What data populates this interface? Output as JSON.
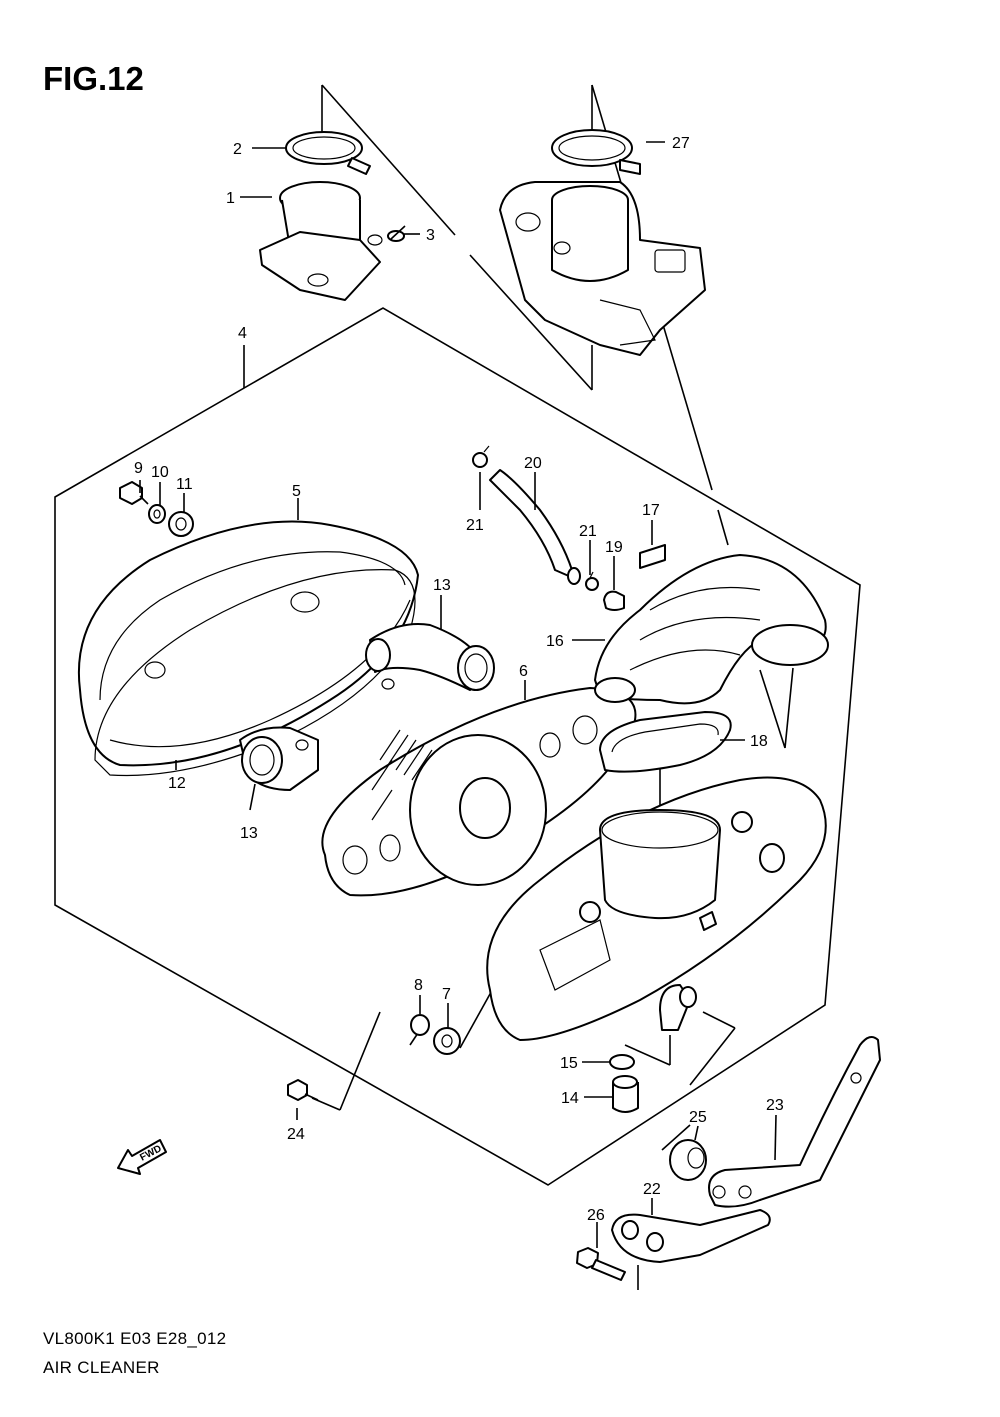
{
  "figure": {
    "title": "FIG.12",
    "model_code": "VL800K1 E03 E28_012",
    "name": "AIR CLEANER"
  },
  "direction_marker": "FWD",
  "callouts": [
    {
      "id": "c1",
      "number": "1"
    },
    {
      "id": "c2",
      "number": "2"
    },
    {
      "id": "c3",
      "number": "3"
    },
    {
      "id": "c4",
      "number": "4"
    },
    {
      "id": "c5",
      "number": "5"
    },
    {
      "id": "c6",
      "number": "6"
    },
    {
      "id": "c7",
      "number": "7"
    },
    {
      "id": "c8",
      "number": "8"
    },
    {
      "id": "c9",
      "number": "9"
    },
    {
      "id": "c10",
      "number": "10"
    },
    {
      "id": "c11",
      "number": "11"
    },
    {
      "id": "c12",
      "number": "12"
    },
    {
      "id": "c13a",
      "number": "13"
    },
    {
      "id": "c13b",
      "number": "13"
    },
    {
      "id": "c14",
      "number": "14"
    },
    {
      "id": "c15",
      "number": "15"
    },
    {
      "id": "c16",
      "number": "16"
    },
    {
      "id": "c17",
      "number": "17"
    },
    {
      "id": "c18",
      "number": "18"
    },
    {
      "id": "c19",
      "number": "19"
    },
    {
      "id": "c20",
      "number": "20"
    },
    {
      "id": "c21a",
      "number": "21"
    },
    {
      "id": "c21b",
      "number": "21"
    },
    {
      "id": "c22",
      "number": "22"
    },
    {
      "id": "c23",
      "number": "23"
    },
    {
      "id": "c24",
      "number": "24"
    },
    {
      "id": "c25",
      "number": "25"
    },
    {
      "id": "c26",
      "number": "26"
    },
    {
      "id": "c27",
      "number": "27"
    }
  ]
}
